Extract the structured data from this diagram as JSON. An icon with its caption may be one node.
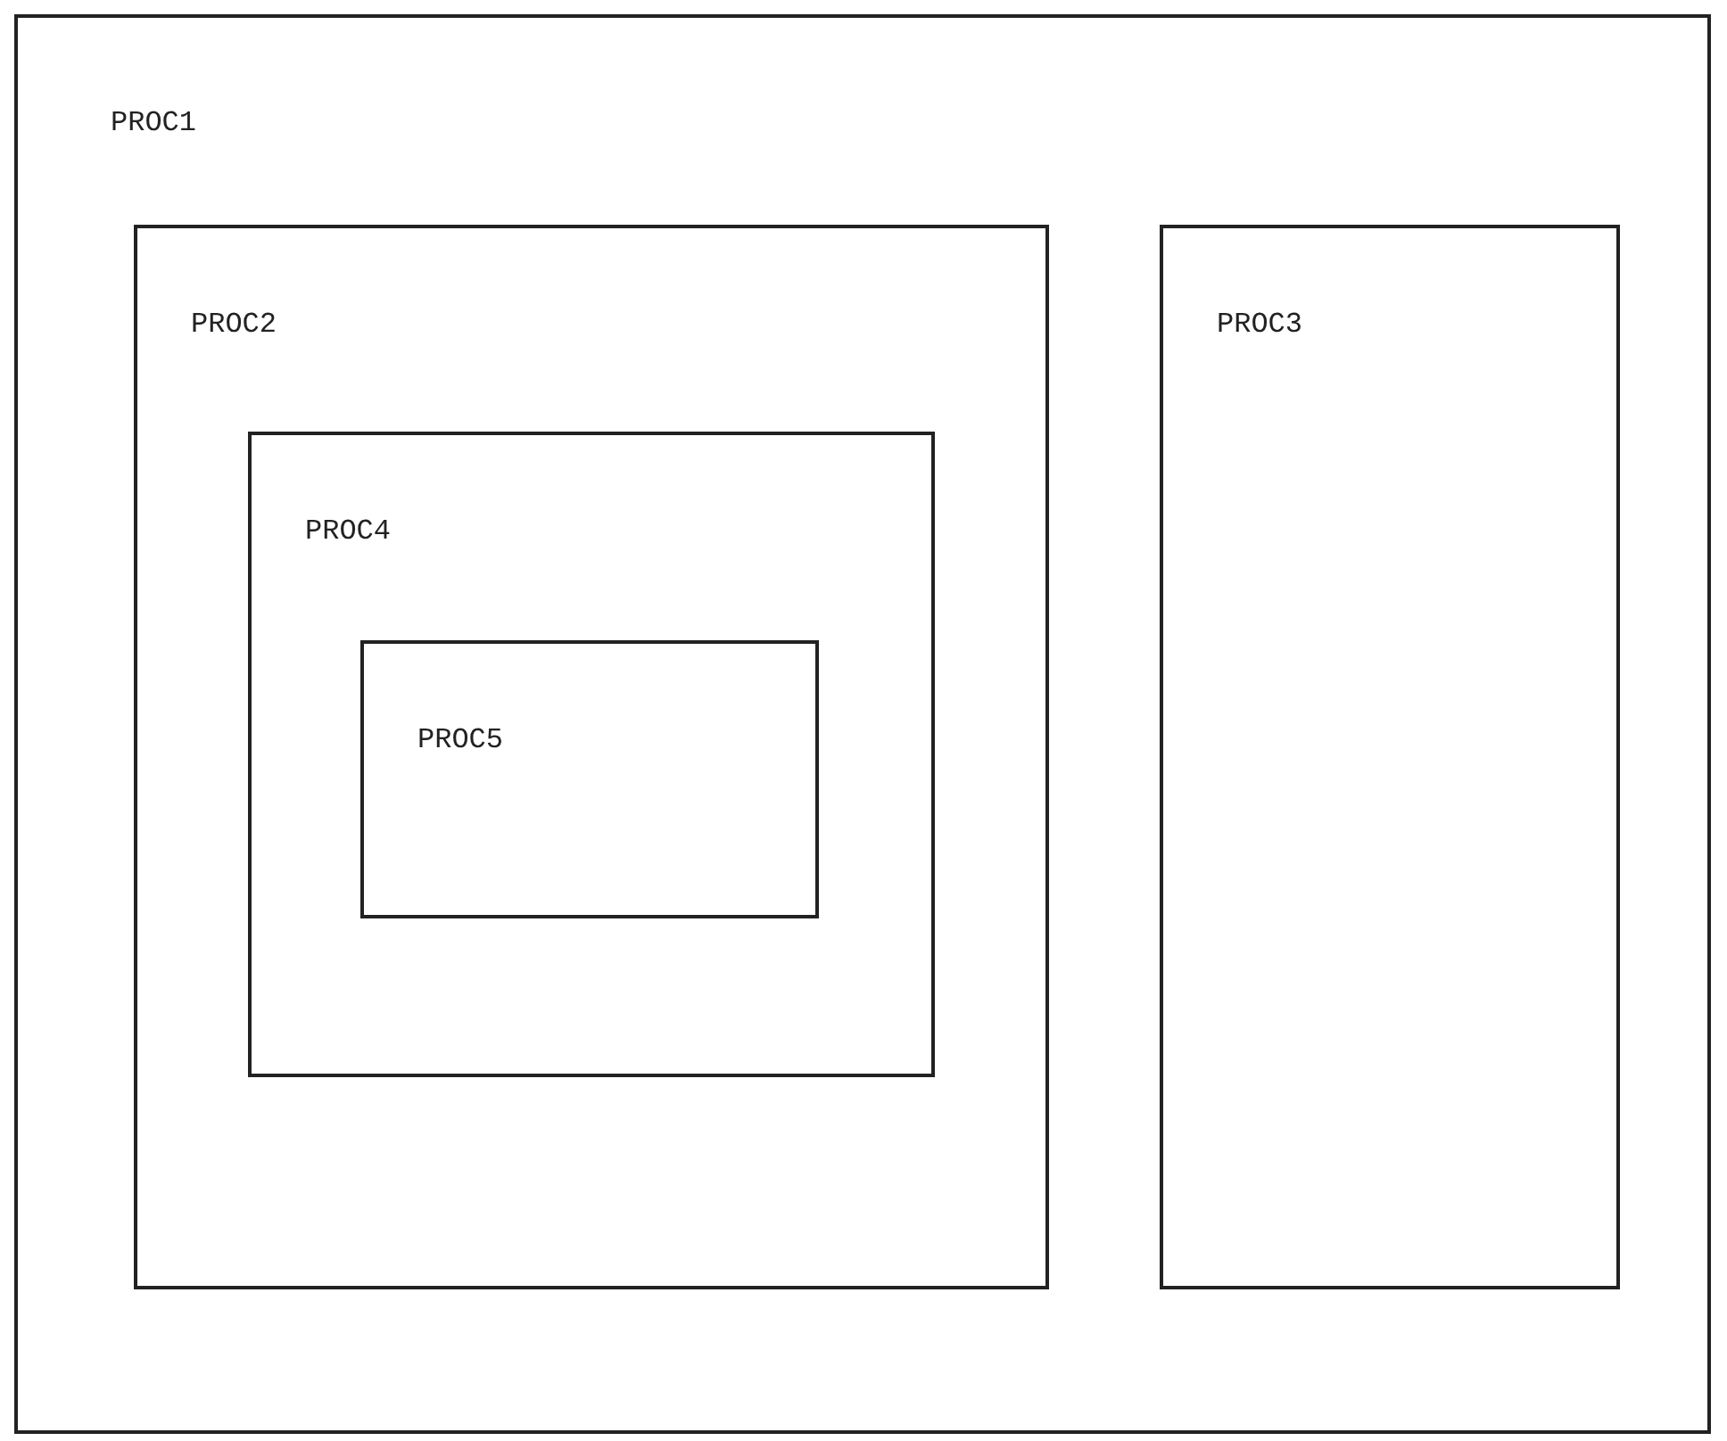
{
  "diagram": {
    "nodes": [
      {
        "text": [
          "PROC1"
        ]
      },
      {
        "text": [
          "PROC2"
        ],
        "in": 0
      },
      {
        "text": [
          "PROC4"
        ],
        "in": 1
      },
      {
        "text": [
          "PROC5"
        ],
        "in": 2
      },
      {
        "text": [
          "PROC3"
        ],
        "in": 0
      }
    ]
  }
}
